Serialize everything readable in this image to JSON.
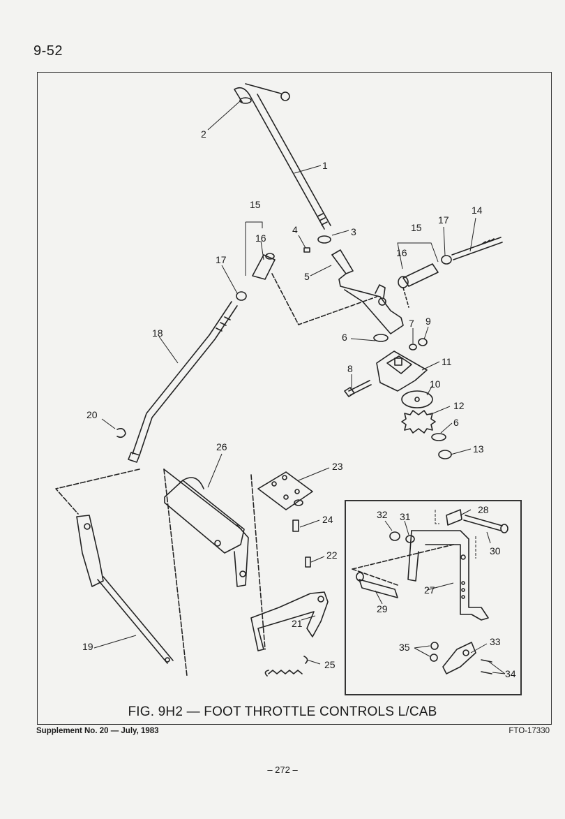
{
  "page": {
    "section_number": "9-52",
    "footer_left": "Supplement No. 20 — July, 1983",
    "footer_right": "FTO-17330",
    "page_number": "– 272 –"
  },
  "figure": {
    "caption": "FIG. 9H2 — FOOT THROTTLE CONTROLS L/CAB",
    "callouts": [
      "1",
      "2",
      "3",
      "4",
      "5",
      "6",
      "6",
      "7",
      "8",
      "9",
      "10",
      "11",
      "12",
      "13",
      "14",
      "15",
      "15",
      "16",
      "16",
      "17",
      "17",
      "18",
      "19",
      "20",
      "21",
      "22",
      "23",
      "24",
      "25",
      "26",
      "27",
      "28",
      "29",
      "30",
      "31",
      "32",
      "33",
      "34",
      "35"
    ]
  }
}
